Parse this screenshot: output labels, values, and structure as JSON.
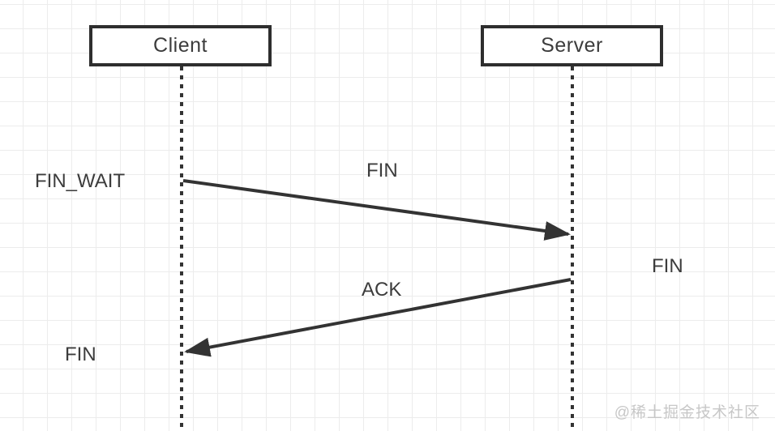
{
  "diagram": {
    "type": "sequence-diagram",
    "topic": "TCP connection close handshake",
    "actors": [
      {
        "id": "client",
        "label": "Client"
      },
      {
        "id": "server",
        "label": "Server"
      }
    ],
    "messages": [
      {
        "label": "FIN",
        "from": "client",
        "to": "server"
      },
      {
        "label": "ACK",
        "from": "server",
        "to": "client"
      }
    ],
    "state_labels": [
      {
        "label": "FIN_WAIT",
        "position": "left-of-client-lifeline"
      },
      {
        "label": "FIN",
        "position": "right-of-server-lifeline"
      },
      {
        "label": "FIN",
        "position": "left-of-client-lifeline-bottom"
      }
    ],
    "watermark": "@稀土掘金技术社区",
    "colors": {
      "stroke": "#2e2e2e",
      "arrow": "#333333",
      "text": "#3c3c3c",
      "grid": "#ececec",
      "watermark": "#c7c7c7",
      "background": "#ffffff"
    }
  }
}
